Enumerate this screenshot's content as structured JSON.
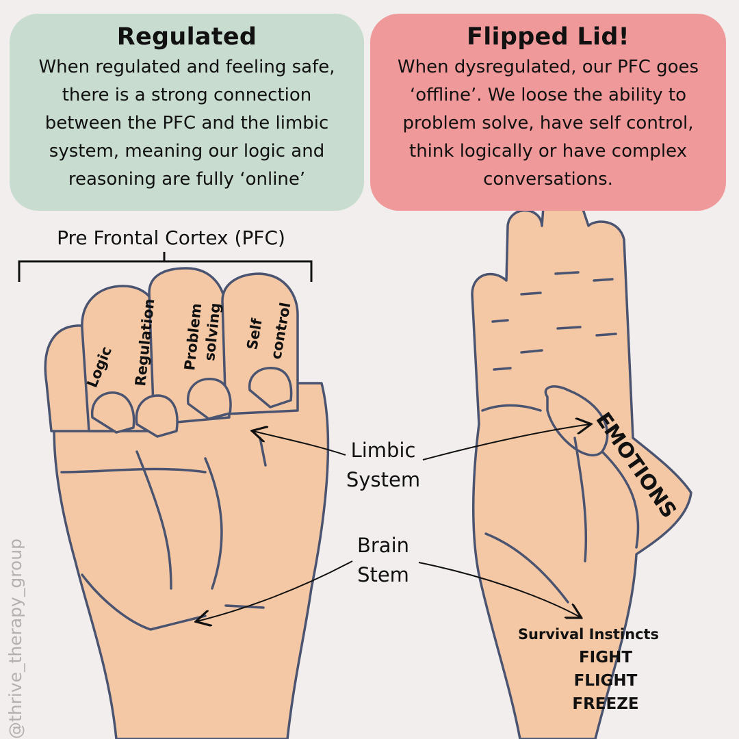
{
  "cards": {
    "regulated": {
      "title": "Regulated",
      "lines": [
        "When regulated and feeling safe,",
        "there is a strong connection",
        "between the PFC and the limbic",
        "system, meaning our logic and",
        "reasoning are fully ‘online’"
      ]
    },
    "flipped": {
      "title": "Flipped Lid!",
      "lines": [
        "When dysregulated, our PFC goes",
        "‘offline’. We loose the ability to",
        "problem solve, have self control,",
        "think logically or have complex",
        "conversations."
      ]
    }
  },
  "labels": {
    "pfc": "Pre Frontal Cortex (PFC)",
    "limbic": [
      "Limbic",
      "System"
    ],
    "brain_stem": [
      "Brain",
      "Stem"
    ],
    "emotions": "EMOTIONS",
    "fingers": {
      "logic": "Logic",
      "regulation": "Regulation",
      "problem": [
        "Problem",
        "solving"
      ],
      "self": [
        "Self",
        "control"
      ]
    },
    "survival_title": "Survival Instincts",
    "responses": [
      "FIGHT",
      "FLIGHT",
      "FREEZE"
    ]
  },
  "handle": "@thrive_therapy_group",
  "colors": {
    "background": "#f3eeee",
    "regulated_card": "#c8dcd0",
    "flipped_card": "#f0999a",
    "skin": "#f4c8a4",
    "outline": "#4a5470"
  }
}
